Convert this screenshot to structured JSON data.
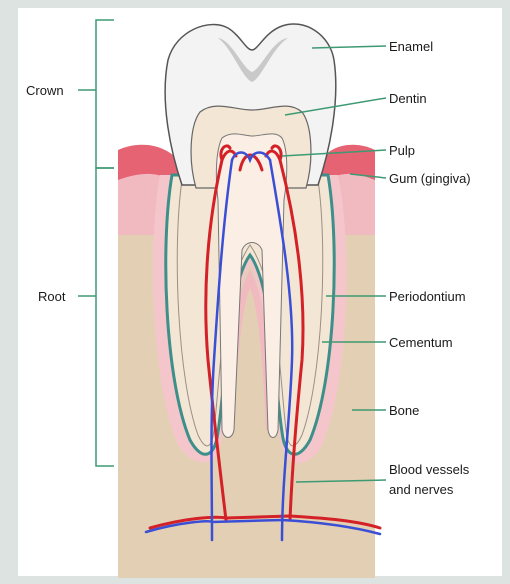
{
  "diagram": {
    "labels": {
      "crown": "Crown",
      "root": "Root",
      "enamel": "Enamel",
      "dentin": "Dentin",
      "pulp": "Pulp",
      "gum": "Gum (gingiva)",
      "periodontium": "Periodontium",
      "cementum": "Cementum",
      "bone": "Bone",
      "blood_vessels_line1": "Blood vessels",
      "blood_vessels_line2": "and nerves"
    },
    "colors": {
      "frame_background": "#dde3e1",
      "panel_background": "#ffffff",
      "bone": "#e3cfb4",
      "gum": "#f1b9c0",
      "gum_dark": "#e66373",
      "periodontium_fill": "#f4c6cb",
      "dentin": "#f4e6d4",
      "pulp": "#fbeee4",
      "enamel": "#f3f3f3",
      "enamel_shadow": "#c9c9c9",
      "cementum_stroke": "#3e8f8a",
      "leader_line": "#3d9a72",
      "artery": "#d42127",
      "nerve": "#3a4fd6"
    }
  }
}
